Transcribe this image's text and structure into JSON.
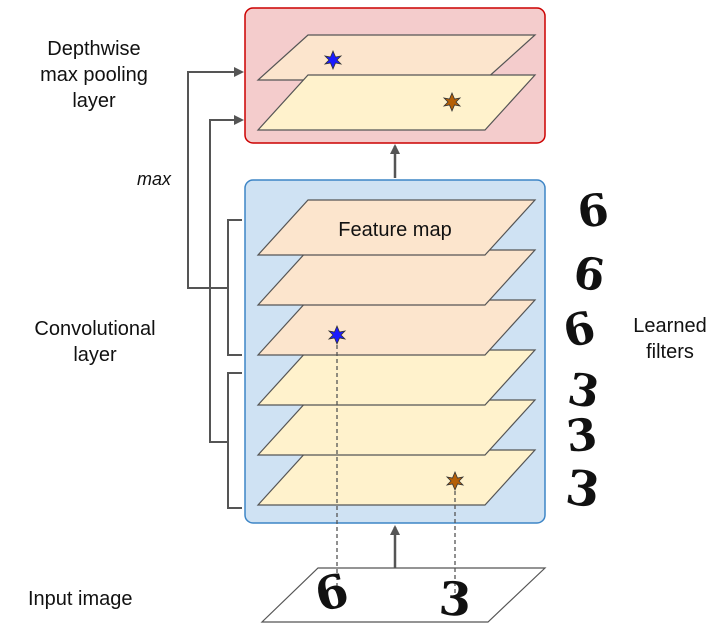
{
  "labels": {
    "pooling_layer": [
      "Depthwise",
      "max pooling",
      "layer"
    ],
    "conv_layer": [
      "Convolutional",
      "layer"
    ],
    "max_note": "max",
    "feature_map": "Feature map",
    "learned_filters": [
      "Learned",
      "filters"
    ],
    "input_image": "Input image"
  },
  "colors": {
    "pooling_box_fill": "#f4cccc",
    "pooling_box_border": "#cc0000",
    "conv_box_fill": "#cfe2f3",
    "conv_box_border": "#3d85c6",
    "feature_map_fill_6": "#fce5cd",
    "feature_map_fill_3": "#fff2cc",
    "marker_blue": "#1a1aff",
    "marker_brown": "#b45f06",
    "arrow": "#555555"
  },
  "filter_digits": [
    "6",
    "6",
    "6",
    "3",
    "3",
    "3"
  ],
  "input_digits": [
    "6",
    "3"
  ]
}
